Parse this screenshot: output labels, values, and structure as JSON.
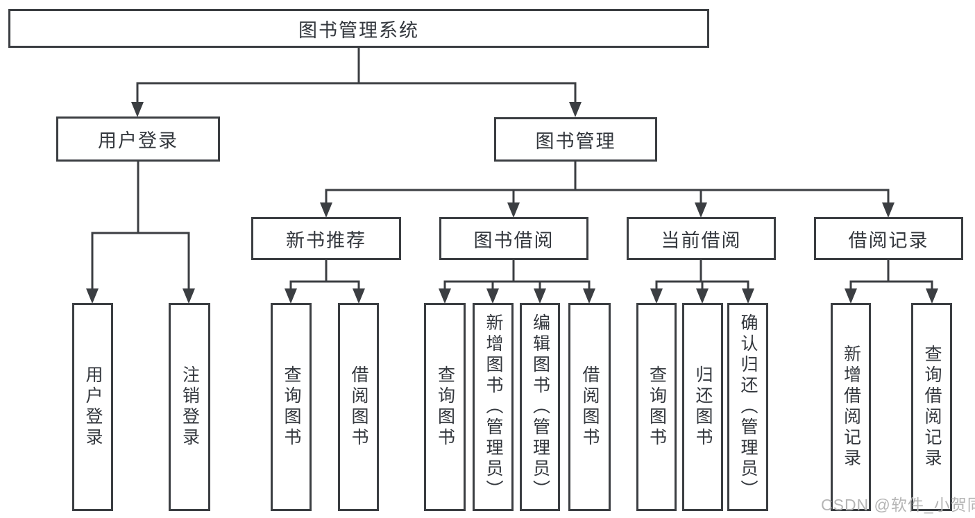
{
  "diagram": {
    "root": {
      "label": "图书管理系统"
    },
    "level2": [
      {
        "label": "用户登录"
      },
      {
        "label": "图书管理"
      }
    ],
    "level3": [
      {
        "label": "新书推荐"
      },
      {
        "label": "图书借阅"
      },
      {
        "label": "当前借阅"
      },
      {
        "label": "借阅记录"
      }
    ],
    "leaves": [
      {
        "label": "用户登录",
        "parent": "用户登录"
      },
      {
        "label": "注销登录",
        "parent": "用户登录"
      },
      {
        "label": "查询图书",
        "parent": "新书推荐"
      },
      {
        "label": "借阅图书",
        "parent": "新书推荐"
      },
      {
        "label": "查询图书",
        "parent": "图书借阅"
      },
      {
        "label": "新增图书（管理员）",
        "parent": "图书借阅"
      },
      {
        "label": "编辑图书（管理员）",
        "parent": "图书借阅"
      },
      {
        "label": "借阅图书",
        "parent": "图书借阅"
      },
      {
        "label": "查询图书",
        "parent": "当前借阅"
      },
      {
        "label": "归还图书",
        "parent": "当前借阅"
      },
      {
        "label": "确认归还（管理员）",
        "parent": "当前借阅"
      },
      {
        "label": "新增借阅记录",
        "parent": "借阅记录"
      },
      {
        "label": "查询借阅记录",
        "parent": "借阅记录"
      }
    ],
    "watermark": "CSDN @软件_小贺同学"
  },
  "colors": {
    "line": "#3b3e42",
    "border": "#3b3e42",
    "text": "#33373d",
    "watermark": "#b5b5b5",
    "background": "#ffffff"
  }
}
